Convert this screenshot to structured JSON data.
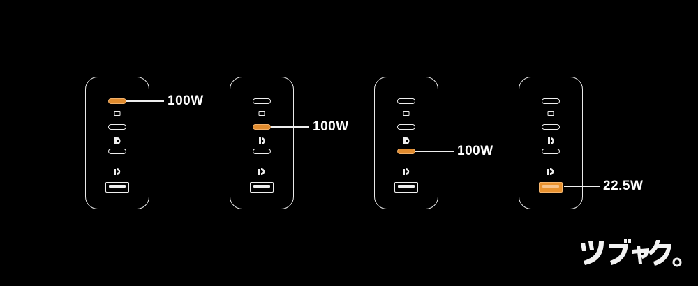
{
  "chargers": [
    {
      "active_port": "usb-c-1",
      "output_label": "100W"
    },
    {
      "active_port": "usb-c-2",
      "output_label": "100W"
    },
    {
      "active_port": "usb-c-3",
      "output_label": "100W"
    },
    {
      "active_port": "usb-a",
      "output_label": "22.5W"
    }
  ],
  "watermark_text": "ツブヤク。",
  "colors": {
    "background": "#000000",
    "outline": "#e9e9e9",
    "highlight": "#e08b2e"
  },
  "icons": [
    "usb-c-port-icon",
    "usb-a-port-icon",
    "brand-logo-icon"
  ]
}
